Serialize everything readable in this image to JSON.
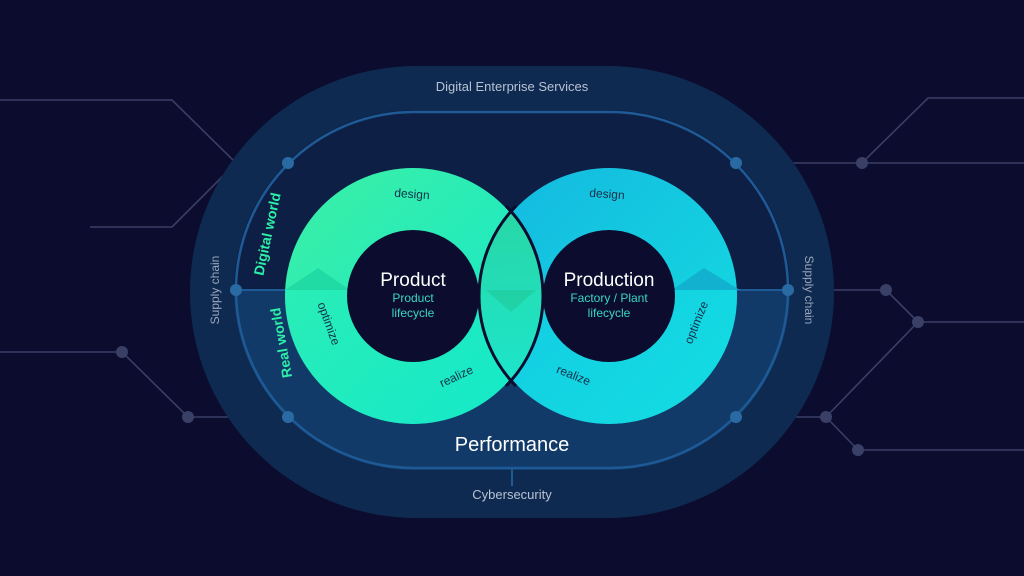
{
  "outer_label": "Digital Enterprise Services",
  "bottom_label": "Cybersecurity",
  "performance_label": "Performance",
  "supply_chain_left": "Supply chain",
  "supply_chain_right": "Supply chain",
  "digital_world_label": "Digital world",
  "real_world_label": "Real world",
  "product": {
    "title": "Product",
    "subtitle_line1": "Product",
    "subtitle_line2": "lifecycle",
    "design": "design",
    "optimize": "optimize",
    "realize": "realize"
  },
  "production": {
    "title": "Production",
    "subtitle_line1": "Factory / Plant",
    "subtitle_line2": "lifecycle",
    "design": "design",
    "optimize": "optimize",
    "realize": "realize"
  },
  "colors": {
    "background": "#0b0c2e",
    "outer_ring": "#0f2a50",
    "inner_band": "#103868",
    "track_line": "#1d5a93",
    "node": "#27679d",
    "product_ring_top": "#2ee6b2",
    "product_ring_bottom": "#12e8c7",
    "production_ring_top": "#12c2e0",
    "production_ring_bottom": "#10d6e2",
    "accent_green": "#2df0a8",
    "muted_text": "#b8c2d4",
    "subtitle_text": "#39d7c2"
  }
}
